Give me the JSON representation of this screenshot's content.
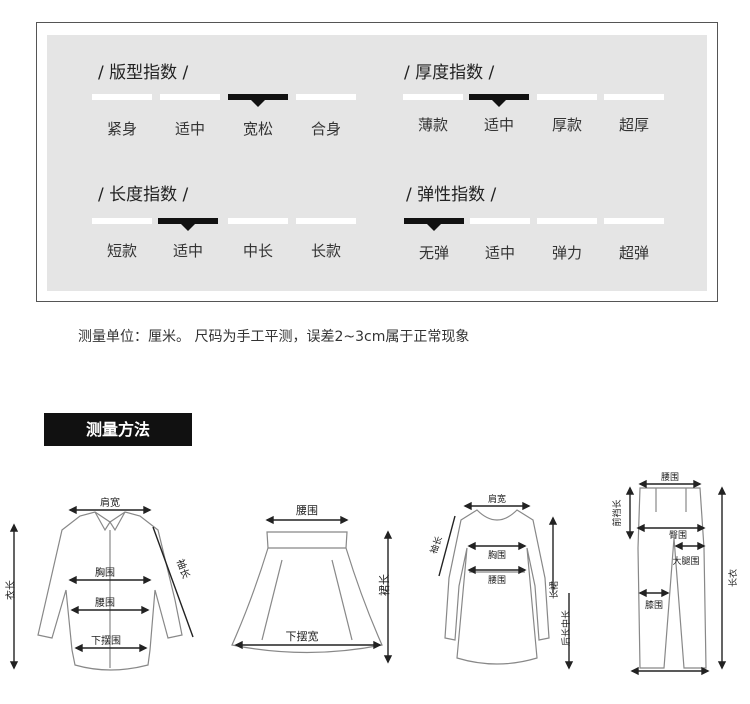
{
  "indices": [
    {
      "title": "/ 版型指数 /",
      "options": [
        "紧身",
        "适中",
        "宽松",
        "合身"
      ],
      "selected": 2
    },
    {
      "title": "/ 厚度指数 /",
      "options": [
        "薄款",
        "适中",
        "厚款",
        "超厚"
      ],
      "selected": 1
    },
    {
      "title": "/ 长度指数 /",
      "options": [
        "短款",
        "适中",
        "中长",
        "长款"
      ],
      "selected": 1
    },
    {
      "title": "/ 弹性指数 /",
      "options": [
        "无弹",
        "适中",
        "弹力",
        "超弹"
      ],
      "selected": 0
    }
  ],
  "note": "测量单位：厘米。 尺码为手工平测，误差2~3cm属于正常现象",
  "method_label": "测量方法",
  "diagrams": {
    "shirt": {
      "shoulder": "肩宽",
      "chest": "胸围",
      "waist": "腰围",
      "hem": "下摆围",
      "sleeve": "袖长",
      "length": "衣长"
    },
    "skirt": {
      "waist": "腰围",
      "hem": "下摆宽",
      "length": "裙长"
    },
    "dress": {
      "shoulder": "肩宽",
      "chest": "胸围",
      "waist": "腰围",
      "sleeve": "袖长",
      "length": "长裙",
      "back_length": "后长中长"
    },
    "pants": {
      "waist": "腰围",
      "hip": "臀围",
      "rise": "前裆长",
      "thigh": "大腿围",
      "knee": "膝围",
      "length": "长衣"
    }
  }
}
